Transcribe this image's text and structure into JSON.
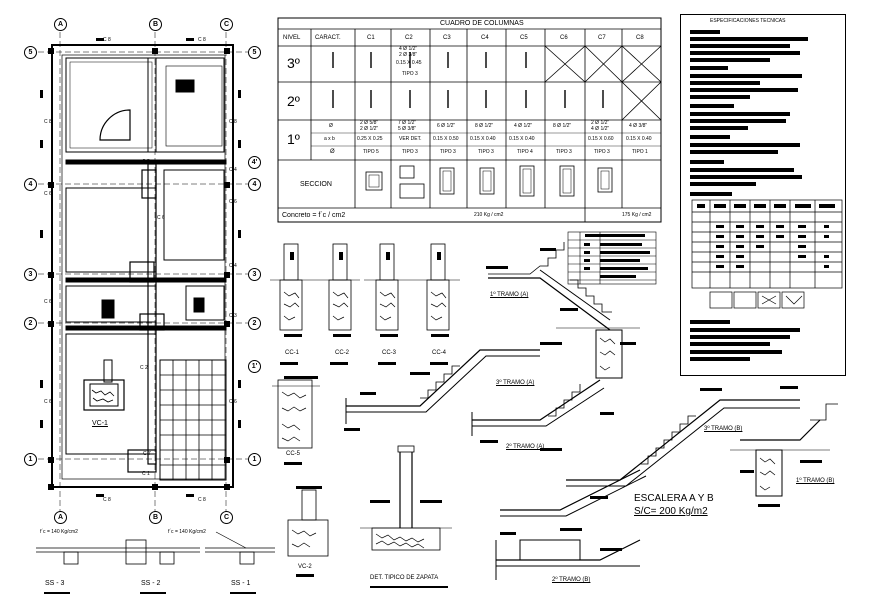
{
  "plan": {
    "axes_top": [
      "A",
      "B",
      "C"
    ],
    "axes_left": [
      "5",
      "4",
      "3",
      "2",
      "1"
    ],
    "axes_right": [
      "5",
      "4'",
      "4",
      "3",
      "2",
      "1'",
      "1"
    ],
    "beam_labels": [
      "C 8",
      "C 8",
      "C 8",
      "C 6",
      "C 6",
      "C 6",
      "C 4",
      "C 4",
      "C 3",
      "C 8",
      "C 6",
      "C 6",
      "C 2",
      "C 1",
      "C 7",
      "C 5",
      "C 6",
      "C 8",
      "C 8"
    ],
    "column_label": "VC-1"
  },
  "column_table": {
    "title": "CUADRO DE COLUMNAS",
    "headers": [
      "NIVEL",
      "CARACT.",
      "C1",
      "C2",
      "C3",
      "C4",
      "C5",
      "C6",
      "C7",
      "C8"
    ],
    "levels": [
      "3º",
      "2º",
      "1º"
    ],
    "level3_c2": [
      "4 Ø 1/2\"",
      "2 Ø 3/8\"",
      "0.15  X  0.45",
      "TIPO 3"
    ],
    "level1_rows": {
      "bars": [
        "Ø",
        "2 Ø 5/8\"",
        "2 Ø 1/2\"",
        "7 Ø 1/2\"",
        "5 Ø 3/8\"",
        "6 Ø 1/2\"",
        "8 Ø 1/2\"",
        "4 Ø 1/2\"",
        "8 Ø 1/2\"",
        "2 Ø 1/2\"",
        "4 Ø 1/2\"",
        "4 Ø 3/8\""
      ],
      "dims": [
        "a  x  b",
        "0.25  X  0.25",
        "VER DET.",
        "0.15  X  0.50",
        "0.15  X  0.40",
        "0.15  X  0.40",
        "0.15  X  0.60",
        "0.15  X  0.40"
      ],
      "types": [
        "Ø",
        "TIPO 5",
        "TIPO 3",
        "TIPO 3",
        "TIPO 3",
        "TIPO 4",
        "TIPO 3",
        "TIPO 3",
        "TIPO 1"
      ]
    },
    "section_label": "SECCION",
    "concrete_label": "Concreto = f´c / cm2",
    "concrete_main": "210 Kg / cm2",
    "concrete_c8": "175 Kg / cm2"
  },
  "spec_panel": {
    "title": "ESPECIFICACIONES TECNICAS"
  },
  "details": {
    "cc": [
      "CC-1",
      "CC-2",
      "CC-3",
      "CC-4",
      "CC-5"
    ],
    "vc2": "VC-2",
    "zapata": "DET. TIPICO DE ZAPATA",
    "ss": [
      "SS - 3",
      "SS - 2",
      "SS - 1"
    ],
    "fc_note": "f´c = 140 Kg/cm2"
  },
  "stairs": {
    "tramo1a": "1º TRAMO (A)",
    "tramo3a": "3º TRAMO (A)",
    "tramo2a": "2º TRAMO (A)",
    "tramo3b": "3º TRAMO (B)",
    "tramo1b": "1º TRAMO (B)",
    "tramo2b": "2º TRAMO (B)",
    "title": "ESCALERA  A Y B",
    "load": "S/C= 200 Kg/m2"
  }
}
